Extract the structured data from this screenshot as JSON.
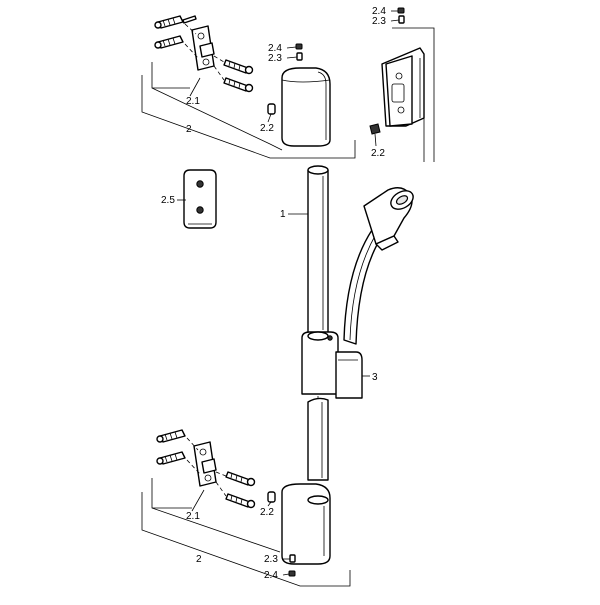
{
  "labels": {
    "top_2_1": "2.1",
    "top_2": "2",
    "top_2_2": "2.2",
    "top_2_4": "2.4",
    "top_2_3": "2.3",
    "inset_2_4": "2.4",
    "inset_2_3": "2.3",
    "inset_2_2": "2.2",
    "label_2_5": "2.5",
    "label_1": "1",
    "label_3": "3",
    "bottom_2_1": "2.1",
    "bottom_2_2": "2.2",
    "bottom_2": "2",
    "bottom_2_3": "2.3",
    "bottom_2_4": "2.4"
  }
}
